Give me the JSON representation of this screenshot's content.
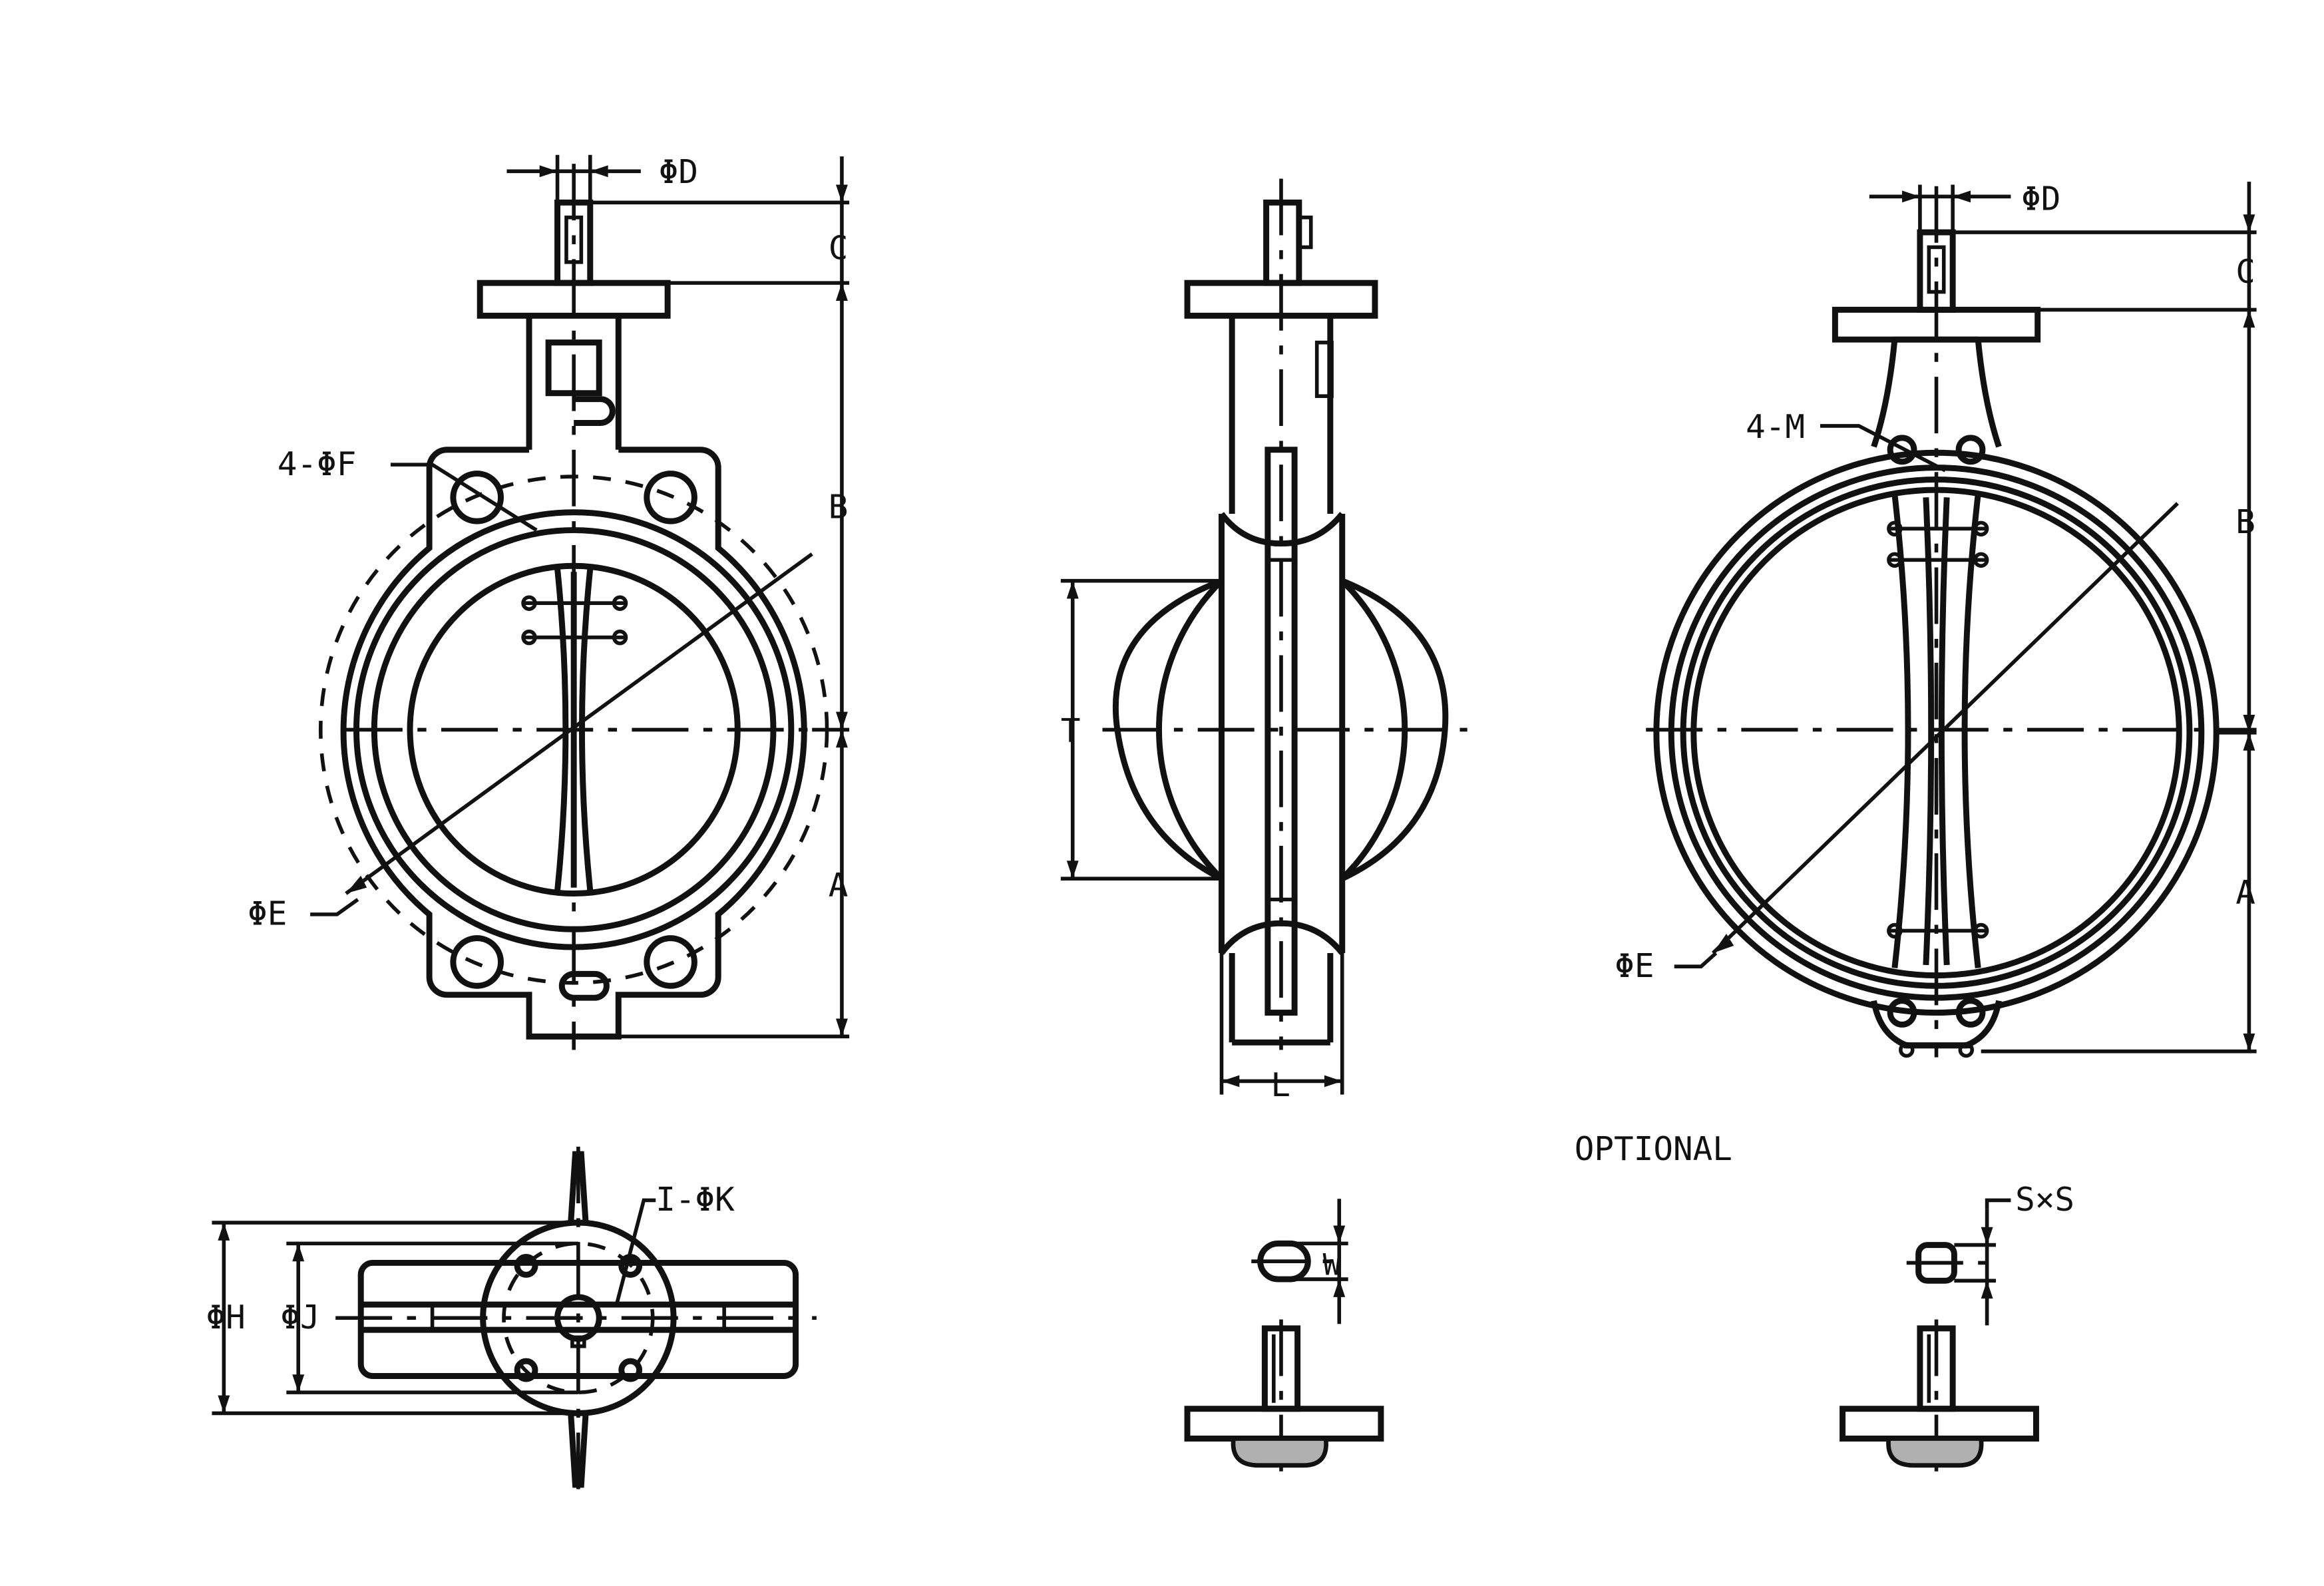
{
  "labels": {
    "front_phi_d": "ΦD",
    "front_c": "C",
    "front_b": "B",
    "front_a": "A",
    "front_4_phi_f": "4-ΦF",
    "front_phi_e": "ΦE",
    "side_t": "T",
    "side_l": "L",
    "right_phi_d": "ΦD",
    "right_c": "C",
    "right_b": "B",
    "right_a": "A",
    "right_4_m": "4-M",
    "right_phi_e": "ΦE",
    "top_i_phi_k": "I-ΦK",
    "top_phi_h": "ΦH",
    "top_phi_j": "ΦJ",
    "optional": "OPTIONAL",
    "opt_w": "W",
    "opt_sxs": "S×S"
  },
  "colors": {
    "line": "#111111",
    "background": "#ffffff",
    "hatch": "#b0b0b0"
  }
}
